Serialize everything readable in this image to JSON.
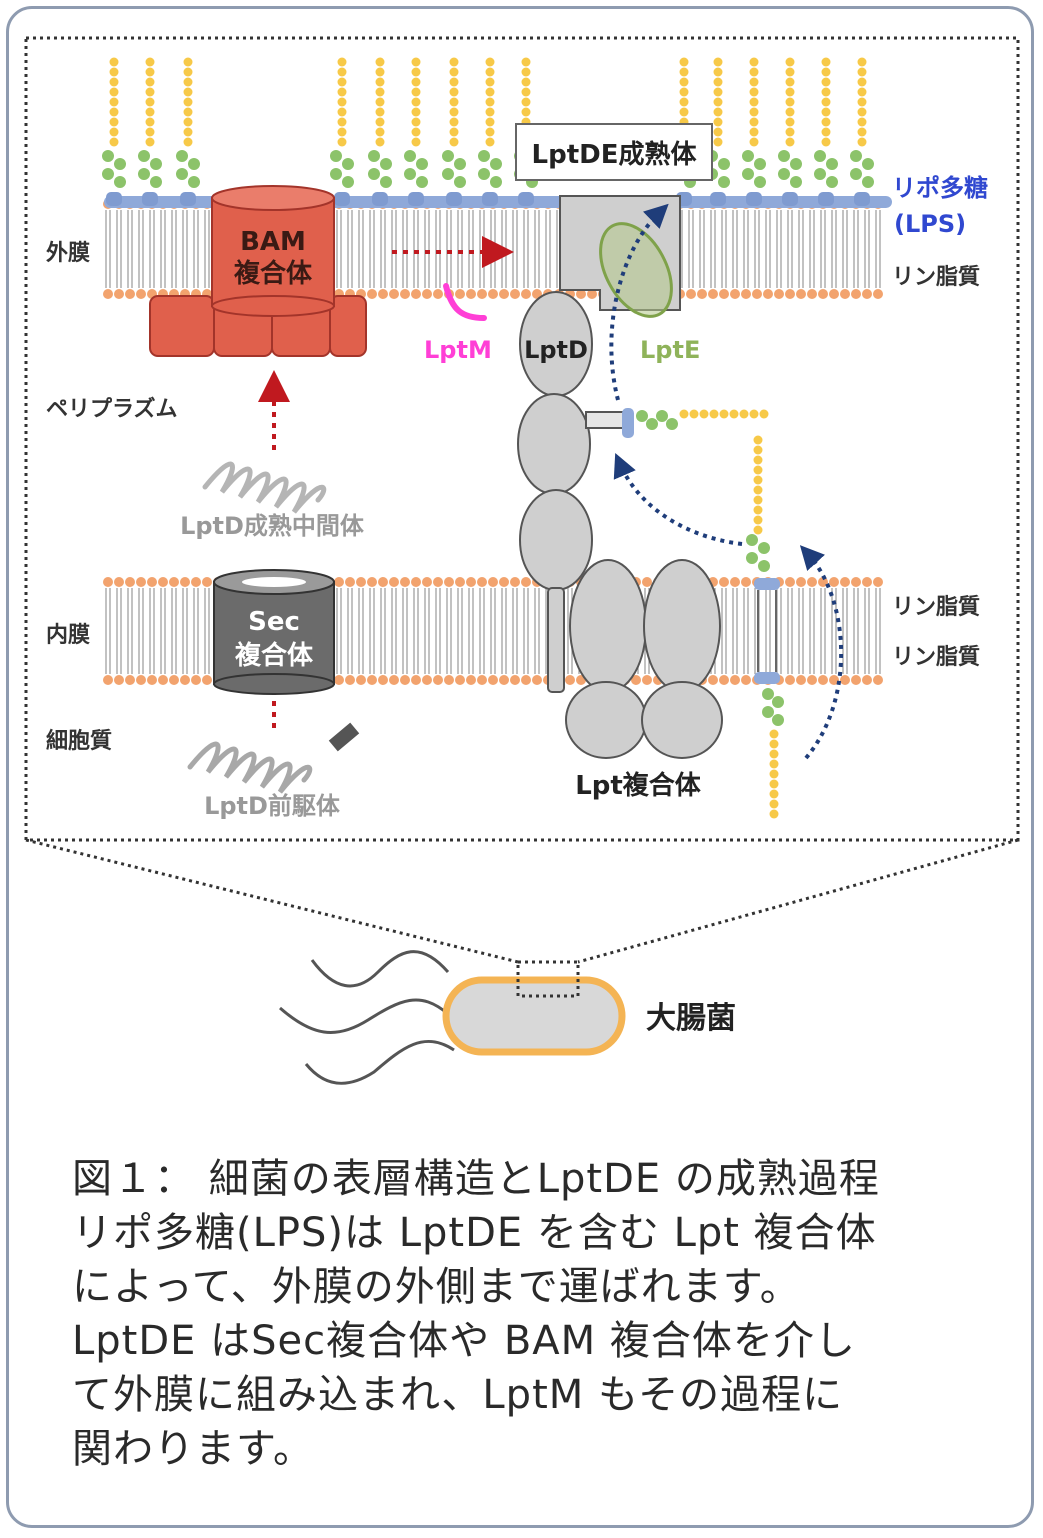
{
  "labels": {
    "lptde_mature": "LptDE成熟体",
    "lps": "リポ多糖",
    "lps_abbr": "(LPS)",
    "phospholipid": "リン脂質",
    "outer_membrane": "外膜",
    "bam_line1": "BAM",
    "bam_line2": "複合体",
    "lptm": "LptM",
    "lptd": "LptD",
    "lpte": "LptE",
    "periplasm": "ペリプラズム",
    "lptd_intermediate": "LptD成熟中間体",
    "inner_membrane": "内膜",
    "sec_line1": "Sec",
    "sec_line2": "複合体",
    "inner_phospholipid_1": "リン脂質",
    "inner_phospholipid_2": "リン脂質",
    "cytoplasm": "細胞質",
    "lptd_precursor": "LptD前駆体",
    "lpt_complex": "Lpt複合体",
    "ecoli": "大腸菌"
  },
  "caption": {
    "lines": [
      "図１： 細菌の表層構造とLptDE の成熟過程",
      "リポ多糖(LPS)は LptDE を含む Lpt 複合体",
      "によって、外膜の外側まで運ばれます。",
      "LptDE はSec複合体や BAM 複合体を介し",
      "て外膜に組み込まれ、LptM もその過程に",
      "関わります。"
    ]
  },
  "colors": {
    "head_orange": "#f2a36e",
    "bam_red": "#e0604c",
    "sec_gray": "#6b6b6b",
    "lpt_gray": "#cfcfcf",
    "lps_yellow": "#f7c948",
    "lps_green": "#8cc36a",
    "lps_blue": "#8fa9d9",
    "lptm_magenta": "#ff3fd6",
    "lpte_green": "#8fb35a",
    "arrow_navy": "#1f3d7a",
    "arrow_red": "#c0191f",
    "lps_label_blue": "#3048d0",
    "ecoli_fill": "#d8d8d8",
    "ecoli_border": "#f4b454"
  }
}
